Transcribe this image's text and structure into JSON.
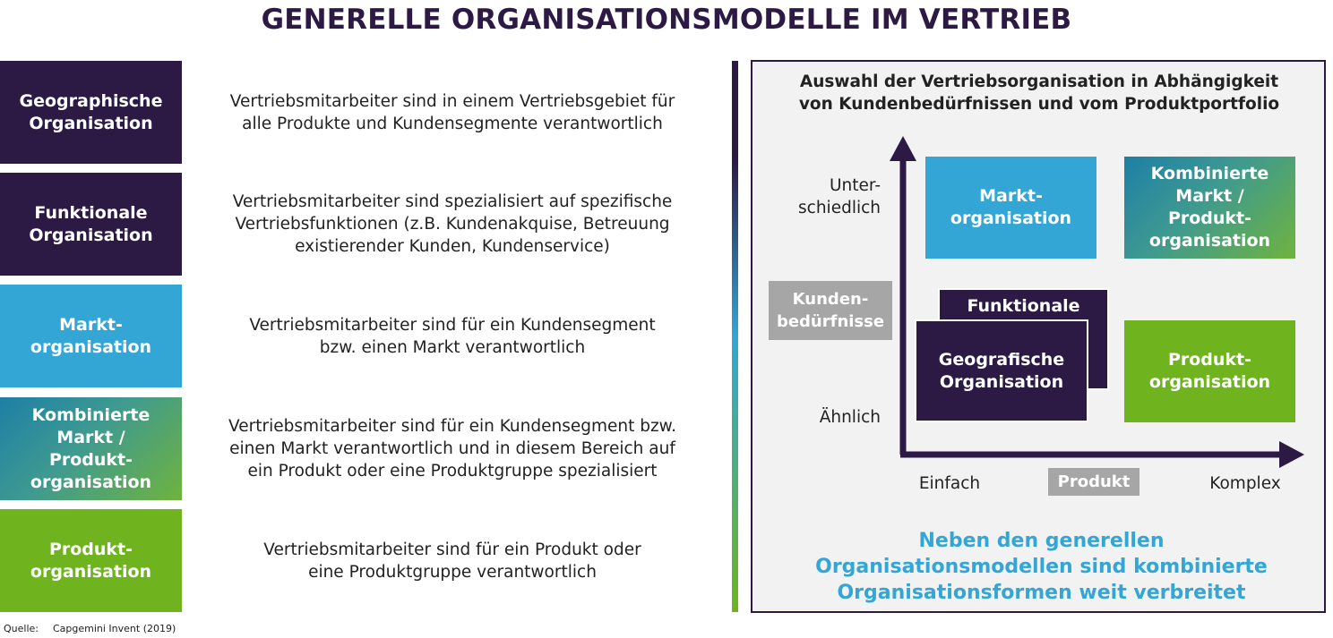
{
  "title": "GENERELLE ORGANISATIONSMODELLE IM VERTRIEB",
  "rows": [
    {
      "label": "Geographische\nOrganisation",
      "description": "Vertriebsmitarbeiter sind in einem Vertriebsgebiet für\nalle Produkte und Kundensegmente  verantwortlich"
    },
    {
      "label": "Funktionale\nOrganisation",
      "description": "Vertriebsmitarbeiter sind spezialisiert auf spezifische\nVertriebsfunktionen (z.B. Kundenakquise, Betreuung\nexistierender Kunden, Kundenservice)"
    },
    {
      "label": "Markt-\norganisation",
      "description": "Vertriebsmitarbeiter sind für ein Kundensegment\nbzw. einen Markt verantwortlich"
    },
    {
      "label": "Kombinierte\nMarkt /\nProdukt-\norganisation",
      "description": "Vertriebsmitarbeiter sind für ein Kundensegment bzw.\neinen Markt verantwortlich und in diesem Bereich auf\nein Produkt oder eine Produktgruppe spezialisiert"
    },
    {
      "label": "Produkt-\norganisation",
      "description": "Vertriebsmitarbeiter sind für ein Produkt oder\neine Produktgruppe verantwortlich"
    }
  ],
  "panel": {
    "title": "Auswahl der Vertriebsorganisation in Abhängigkeit\nvon Kundenbedürfnissen und vom Produktportfolio",
    "y_axis_label": "Kunden-\nbedürfnisse",
    "y_high": "Unter-\nschiedlich",
    "y_low": "Ähnlich",
    "x_axis_label": "Produkt",
    "x_low": "Einfach",
    "x_high": "Komplex",
    "boxes": {
      "markt": "Markt-\norganisation",
      "kombiniert": "Kombinierte\nMarkt /\nProdukt-\norganisation",
      "funktionale": "Funktionale",
      "geografisch": "Geografische\nOrganisation",
      "produkt": "Produkt-\norganisation"
    },
    "note": "Neben den generellen\nOrganisationsmodellen sind kombinierte\nOrganisationsformen weit verbreitet"
  },
  "source": {
    "label": "Quelle:",
    "text": "Capgemini Invent (2019)"
  },
  "colors": {
    "purple": "#2c1a45",
    "blue": "#33a6d5",
    "green": "#6fb41f",
    "gray": "#a6a6a6"
  }
}
